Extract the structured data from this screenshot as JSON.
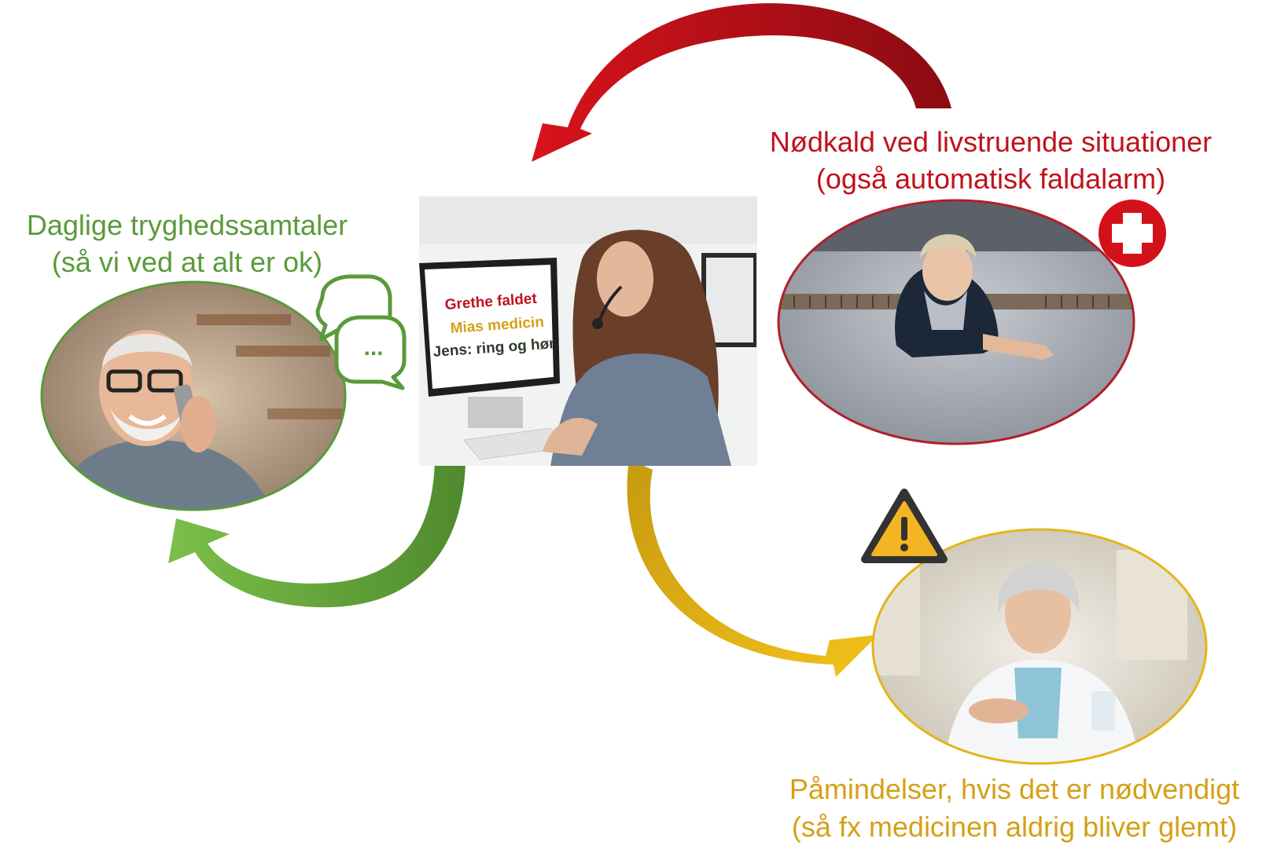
{
  "captions": {
    "daily_line1": "Daglige tryghedssamtaler",
    "daily_line2": "(så vi ved at alt er ok)",
    "emergency_line1": "Nødkald ved livstruende situationer",
    "emergency_line2": "(også automatisk faldalarm)",
    "reminder_line1": "Påmindelser, hvis det er nødvendigt",
    "reminder_line2": "(så fx medicinen aldrig bliver glemt)"
  },
  "screen": {
    "line1": "Grethe faldet",
    "line2": "Mias medicin",
    "line3": "Jens: ring og hør"
  },
  "chat_icon_text": "...",
  "colors": {
    "green": "#5a9a3a",
    "red": "#c0121b",
    "yellow": "#e0b000"
  },
  "icons": [
    "chat-bubbles-icon",
    "red-cross-icon",
    "warning-triangle-icon"
  ]
}
